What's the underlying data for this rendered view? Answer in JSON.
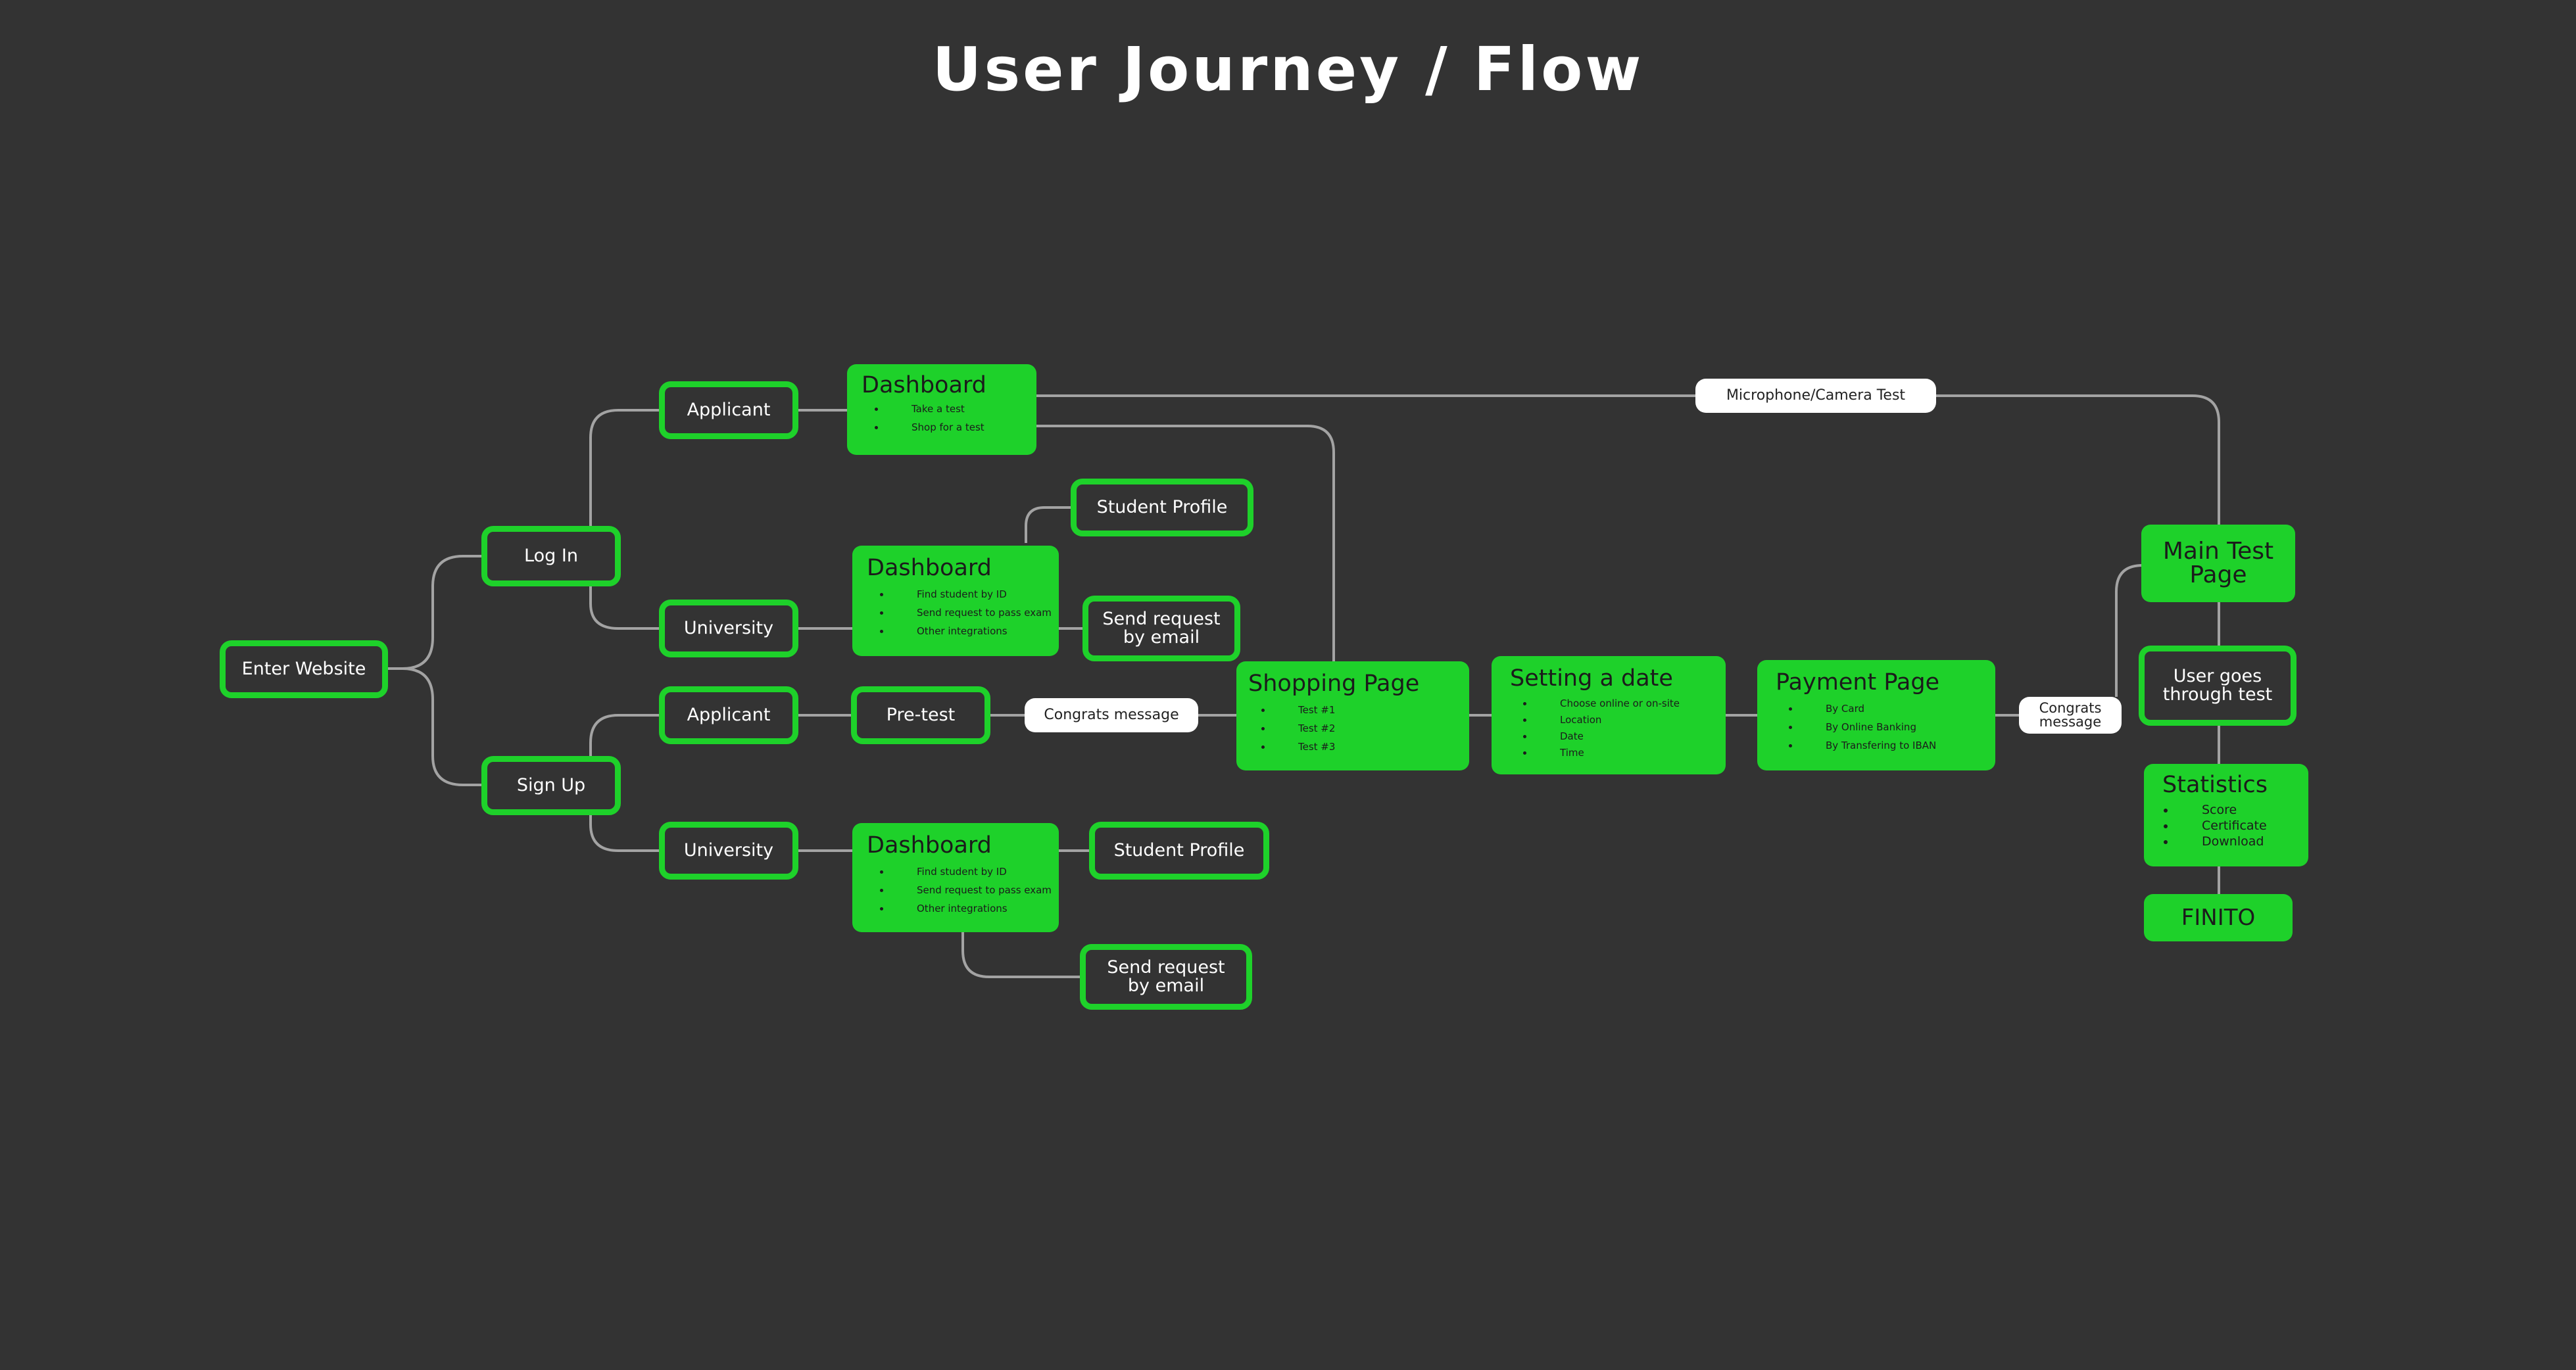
{
  "title": "User Journey / Flow",
  "colors": {
    "background": "#333333",
    "accent": "#1ed12a",
    "connector": "#a3a3a3",
    "pill": "#ffffff"
  },
  "nodes": {
    "enter_website": "Enter Website",
    "log_in": "Log In",
    "sign_up": "Sign Up",
    "login_applicant": "Applicant",
    "login_university": "University",
    "signup_applicant": "Applicant",
    "signup_university": "University",
    "applicant_dashboard": {
      "title": "Dashboard",
      "items": [
        "Take a test",
        "Shop for a test"
      ]
    },
    "uni_dashboard_login": {
      "title": "Dashboard",
      "items": [
        "Find student by ID",
        "Send request to pass exam",
        "Other integrations"
      ]
    },
    "uni_dashboard_signup": {
      "title": "Dashboard",
      "items": [
        "Find student by ID",
        "Send request to pass exam",
        "Other integrations"
      ]
    },
    "student_profile_1": "Student Profile",
    "send_request_1": "Send request by email",
    "student_profile_2": "Student Profile",
    "send_request_2": "Send request by email",
    "pre_test": "Pre-test",
    "congrats_1": "Congrats message",
    "shopping_page": {
      "title": "Shopping Page",
      "items": [
        "Test #1",
        "Test #2",
        "Test #3"
      ]
    },
    "setting_date": {
      "title": "Setting a date",
      "items": [
        "Choose online or on-site",
        "Location",
        "Date",
        "Time"
      ]
    },
    "payment_page": {
      "title": "Payment Page",
      "items": [
        "By Card",
        "By Online Banking",
        "By Transfering to IBAN"
      ]
    },
    "congrats_2": "Congrats message",
    "mic_test": "Microphone/Camera Test",
    "main_test": "Main Test Page",
    "user_goes": "User goes through test",
    "statistics": {
      "title": "Statistics",
      "items": [
        "Score",
        "Certificate",
        "Download"
      ]
    },
    "finito": "FINITO"
  }
}
